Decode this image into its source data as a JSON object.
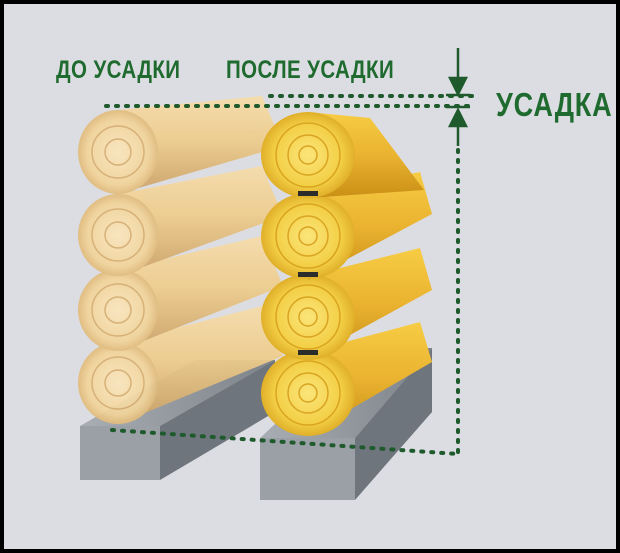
{
  "labels": {
    "before_shrinkage": "ДО УСАДКИ",
    "after_shrinkage": "ПОСЛЕ УСАДКИ",
    "shrinkage": "УСАДКА"
  },
  "colors": {
    "label_green": "#1f6b2f",
    "background": "#dcdde2",
    "log_before": "#f1cf8a",
    "log_after": "#f0c030",
    "base": "#8e949b"
  }
}
